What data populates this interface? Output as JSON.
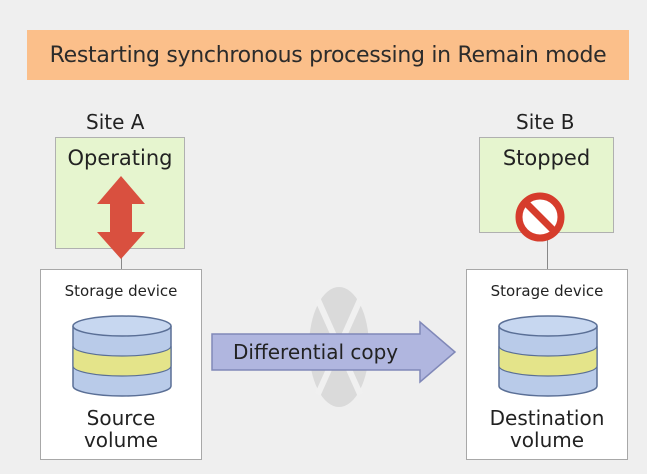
{
  "title": "Restarting synchronous processing in Remain mode",
  "site_a": {
    "label": "Site A",
    "server_status": "Operating",
    "storage_title": "Storage device",
    "volume_label_line1": "Source",
    "volume_label_line2": "volume"
  },
  "site_b": {
    "label": "Site B",
    "server_status": "Stopped",
    "storage_title": "Storage device",
    "volume_label_line1": "Destination",
    "volume_label_line2": "volume"
  },
  "copy_label": "Differential copy",
  "colors": {
    "banner": "#fbbf8a",
    "server_fill": "#e6f5cf",
    "arrow_red": "#d9503f",
    "stop_red": "#d63c2c",
    "cylinder_blue": "#b9cbe9",
    "cylinder_yellow": "#e4e48a",
    "copy_arrow": "#b0b6df"
  },
  "icons": {
    "bidirectional_arrow": "double-arrow-icon",
    "stop_sign": "prohibited-icon",
    "disk": "database-cylinder-icon",
    "faded_circle": "disabled-link-icon"
  }
}
